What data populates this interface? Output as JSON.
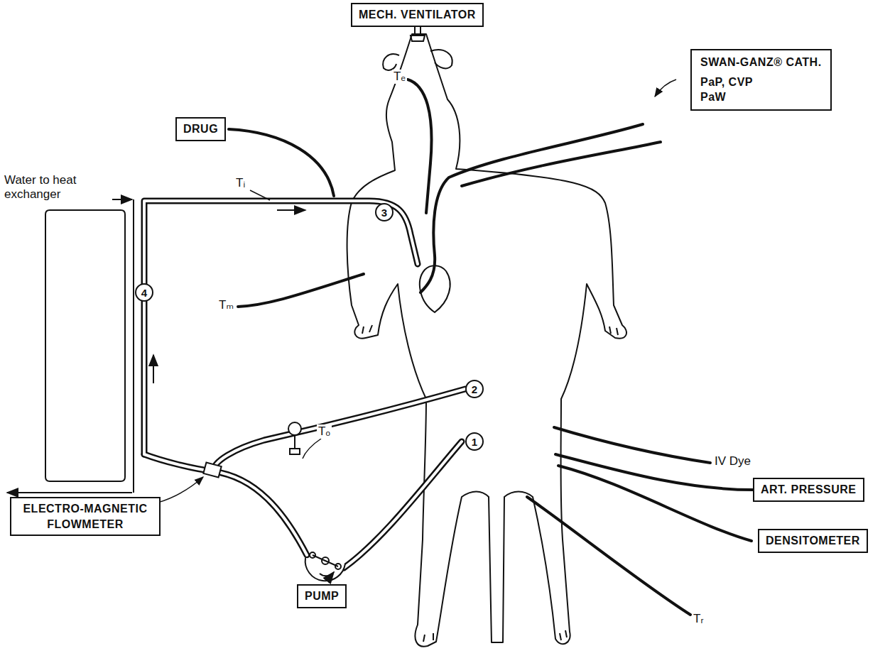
{
  "diagram": {
    "nodes": [
      {
        "text": [
          "MECH. VENTILATOR"
        ]
      },
      {
        "text": [
          "DRUG"
        ]
      },
      {
        "text": [
          "SWAN-GANZ® CATH.",
          "PaP, CVP PaW"
        ]
      },
      {
        "text": [
          "3"
        ]
      },
      {
        "text": [
          "4"
        ]
      },
      {
        "text": [
          "ELECTRO-MAGNETIC FLOWMETER"
        ]
      },
      {
        "text": [
          "2"
        ]
      },
      {
        "text": [
          "ART. PRESSURE"
        ]
      },
      {
        "text": [
          "DENSITOMETER"
        ]
      },
      {
        "text": [
          "1"
        ]
      },
      {
        "text": [
          "PUMP"
        ]
      }
    ],
    "labels": [
      "Water to heat exchanger",
      "Tₑ",
      "Tᵢ",
      "Tₘ",
      "Tₒ",
      "IV Dye",
      "Tᵣ"
    ]
  }
}
